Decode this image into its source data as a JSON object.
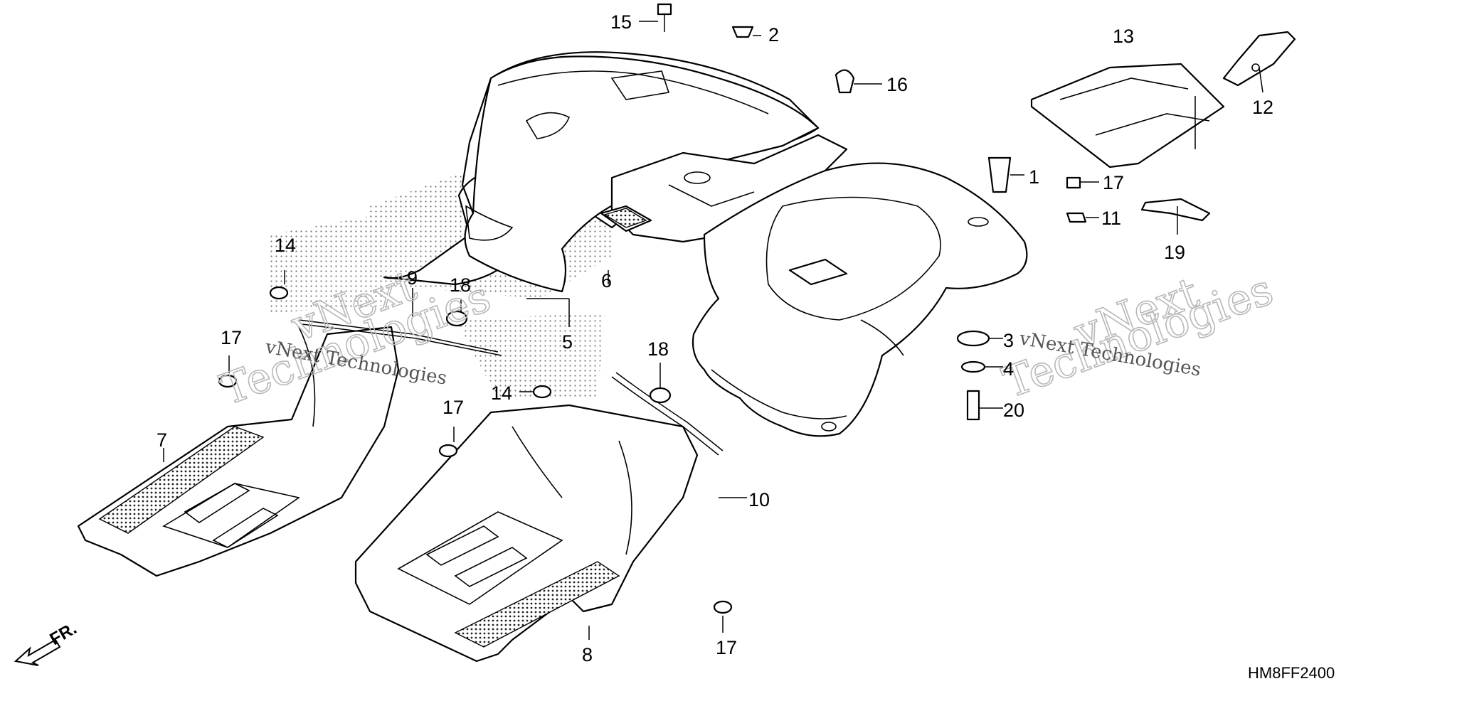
{
  "callouts": [
    {
      "id": "c1",
      "text": "1"
    },
    {
      "id": "c2",
      "text": "2"
    },
    {
      "id": "c3",
      "text": "3"
    },
    {
      "id": "c4",
      "text": "4"
    },
    {
      "id": "c5",
      "text": "5"
    },
    {
      "id": "c6",
      "text": "6"
    },
    {
      "id": "c7",
      "text": "7"
    },
    {
      "id": "c8",
      "text": "8"
    },
    {
      "id": "c9",
      "text": "9"
    },
    {
      "id": "c10",
      "text": "10"
    },
    {
      "id": "c11",
      "text": "11"
    },
    {
      "id": "c12",
      "text": "12"
    },
    {
      "id": "c13",
      "text": "13"
    },
    {
      "id": "c14a",
      "text": "14"
    },
    {
      "id": "c14b",
      "text": "14"
    },
    {
      "id": "c15",
      "text": "15"
    },
    {
      "id": "c16",
      "text": "16"
    },
    {
      "id": "c17a",
      "text": "17"
    },
    {
      "id": "c17b",
      "text": "17"
    },
    {
      "id": "c17c",
      "text": "17"
    },
    {
      "id": "c17d",
      "text": "17"
    },
    {
      "id": "c18a",
      "text": "18"
    },
    {
      "id": "c18b",
      "text": "18"
    },
    {
      "id": "c19",
      "text": "19"
    },
    {
      "id": "c20",
      "text": "20"
    }
  ],
  "diagram_code": "HM8FF2400",
  "front_indicator": "FR.",
  "watermark": {
    "line1": "vNext",
    "line2": "Technologies",
    "caption": "vNext Technologies"
  }
}
